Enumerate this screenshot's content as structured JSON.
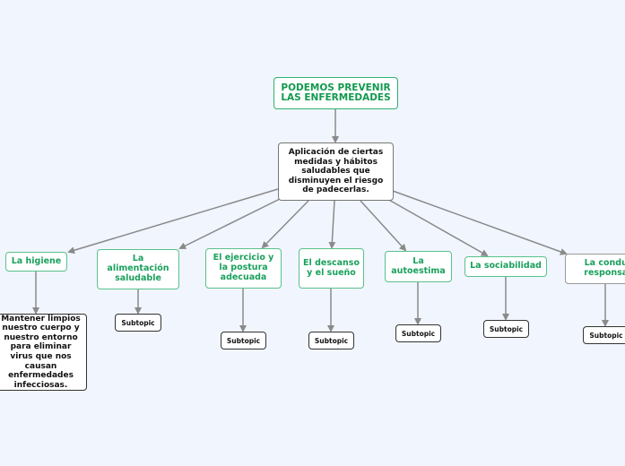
{
  "colors": {
    "background": "#f1f5fe",
    "topic_border": "#58c28b",
    "topic_text": "#1aa05c",
    "connector": "#8a8a8a",
    "subtopic_border": "#333333"
  },
  "root": {
    "label": "PODEMOS PREVENIR LAS ENFERMEDADES"
  },
  "central": {
    "label": "Aplicación de ciertas medidas y hábitos saludables que disminuyen el riesgo de padecerlas."
  },
  "topics": [
    {
      "label": "La higiene",
      "child": "Mantener limpios nuestro cuerpo y nuestro entorno para eliminar virus que nos causan enfermedades infecciosas."
    },
    {
      "label": "La alimentación saludable",
      "child": "Subtopic"
    },
    {
      "label": "El ejercicio y la postura adecuada",
      "child": "Subtopic"
    },
    {
      "label": "El descanso y el sueño",
      "child": "Subtopic"
    },
    {
      "label": "La autoestima",
      "child": "Subtopic"
    },
    {
      "label": "La sociabilidad",
      "child": "Subtopic"
    },
    {
      "label": "La conducta responsable",
      "child": "Subtopic"
    }
  ]
}
